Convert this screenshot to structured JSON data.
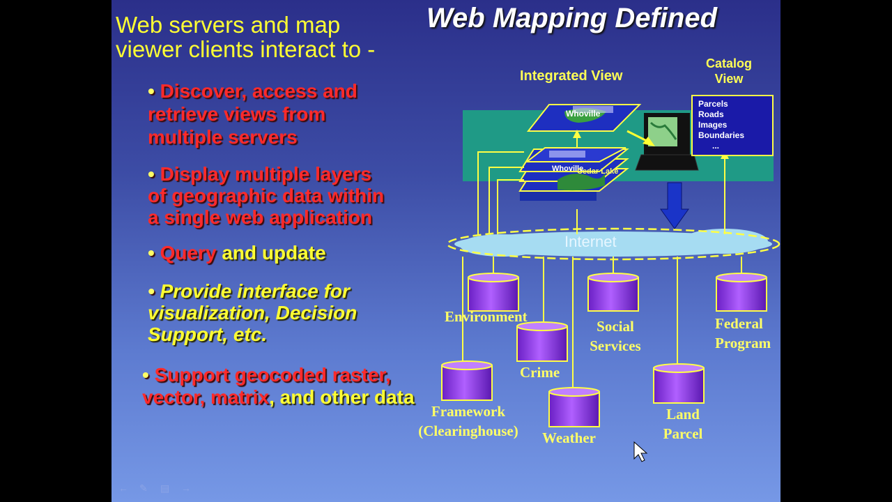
{
  "slide": {
    "title": "Web Mapping Defined",
    "intro_line1": "Web servers and map",
    "intro_line2": "viewer clients interact to -",
    "bullets": {
      "discover": [
        "Discover, access and",
        "retrieve views from",
        "multiple servers"
      ],
      "display": [
        "Display multiple layers",
        "of geographic data within",
        "a single web application"
      ],
      "query": {
        "red": "Query",
        "yellow": "and update"
      },
      "provide": [
        "Provide interface for",
        "visualization,  Decision",
        "Support, etc."
      ],
      "support": {
        "red1": "Support geocoded raster,",
        "red2": "vector, matrix",
        "yellow": ", and other data"
      }
    },
    "bullet_char": "•"
  },
  "diagram": {
    "integrated_view": "Integrated View",
    "catalog_view_line1": "Catalog",
    "catalog_view_line2": "View",
    "catalog_items": [
      "Parcels",
      "Roads",
      "Images",
      "Boundaries",
      "..."
    ],
    "map_labels": {
      "whoville_top": "Whoville",
      "whoville": "Whoville",
      "cedar_lake": "Cedar Lake"
    },
    "internet": "Internet",
    "databases": {
      "environment": "Environment",
      "crime": "Crime",
      "social_1": "Social",
      "social_2": "Services",
      "federal_1": "Federal",
      "federal_2": "Program",
      "framework_1": "Framework",
      "framework_2": "(Clearinghouse)",
      "weather": "Weather",
      "land_1": "Land",
      "land_2": "Parcel"
    }
  },
  "colors": {
    "text_yellow": "#ffff33",
    "text_red": "#ff2a2a",
    "cylinder": "#9a3cf0",
    "cloud": "#a6dcf2",
    "band": "#1f9a86"
  }
}
